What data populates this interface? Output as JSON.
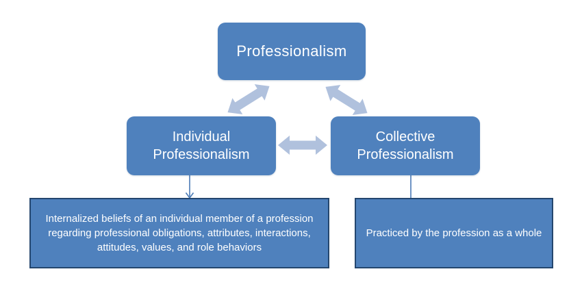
{
  "diagram": {
    "title": "Professionalism diagram",
    "colors": {
      "node_fill": "#4F81BD",
      "node_text": "#FFFFFF",
      "arrow_light": "#B0C1DD",
      "connector": "#4A7AB5",
      "detail_border": "#24466E",
      "background": "#FFFFFF"
    },
    "nodes": {
      "top": {
        "label": "Professionalism"
      },
      "individual": {
        "label": "Individual Professionalism"
      },
      "collective": {
        "label": "Collective Professionalism"
      },
      "individual_detail": {
        "text": "Internalized beliefs of an individual member of a profession regarding professional obligations, attributes, interactions, attitudes, values, and role behaviors"
      },
      "collective_detail": {
        "text": "Practiced by the profession as a whole"
      }
    },
    "connectors": [
      {
        "name": "top-to-individual",
        "style": "double-headed-diagonal-arrow"
      },
      {
        "name": "top-to-collective",
        "style": "double-headed-diagonal-arrow"
      },
      {
        "name": "individual-to-collective",
        "style": "double-headed-horizontal-arrow"
      },
      {
        "name": "individual-to-detail",
        "style": "thin-line-arrow-down"
      },
      {
        "name": "collective-to-detail",
        "style": "thin-line"
      }
    ]
  }
}
